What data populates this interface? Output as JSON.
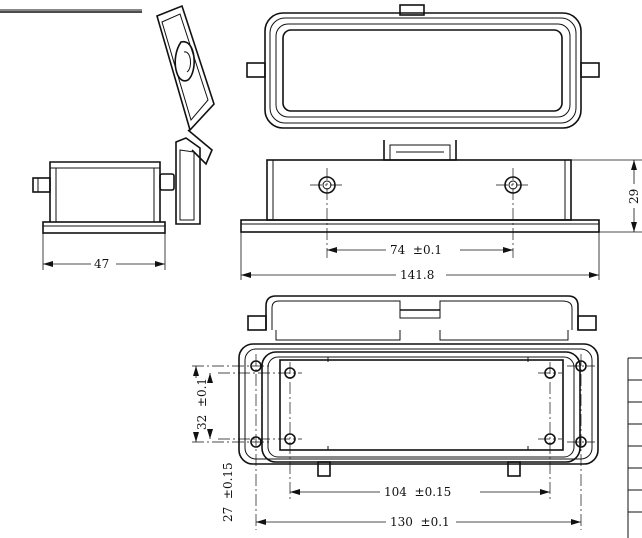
{
  "dimensions": {
    "side_depth": "47",
    "hole_spacing_top": "74  ±0.1",
    "overall_length": "141.8",
    "height": "29",
    "inner_height": "32  ±0.1",
    "outer_height": "27  ±0.15",
    "inner_width": "104  ±0.15",
    "outer_width": "130  ±0.1"
  },
  "colors": {
    "line": "#111111",
    "background": "#ffffff"
  }
}
